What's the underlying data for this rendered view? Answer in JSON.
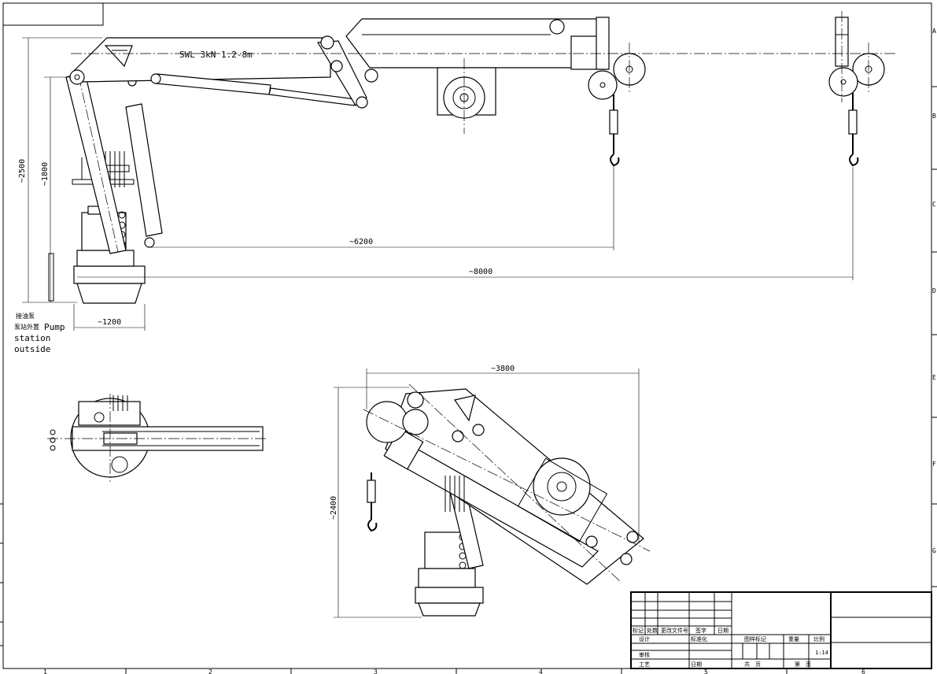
{
  "drawing": {
    "swl_label": "SWL 3kN 1.2-8m",
    "dims_side": {
      "height_2500": "~2500",
      "height_1800": "~1800",
      "reach_6200": "~6200",
      "reach_8000": "~8000",
      "base_1200": "~1200"
    },
    "dims_stowed": {
      "length_3800": "~3800",
      "height_2400": "~2400"
    },
    "notes": {
      "cn_line1": "接油泵",
      "cn_line2": "泵站外置",
      "en_line1": "Pump",
      "en_line2": "station",
      "en_line3": "outside"
    }
  },
  "title_block": {
    "headers": [
      "标记",
      "处数",
      "更改文件号",
      "签字",
      "日期"
    ],
    "rows": [
      "设计",
      "审核",
      "工艺"
    ],
    "std": "标准化",
    "date": "日期",
    "stage": "图样标记",
    "weight": "重量",
    "scale_label": "比例",
    "scale_value": "1:14",
    "total_sheets": "共　页",
    "sheet_no": "第　页"
  },
  "border": {
    "bottom_numbers": [
      "1",
      "2",
      "3",
      "4",
      "5",
      "6"
    ],
    "right_letters": [
      "A",
      "B",
      "C",
      "D",
      "E",
      "F",
      "G"
    ]
  }
}
